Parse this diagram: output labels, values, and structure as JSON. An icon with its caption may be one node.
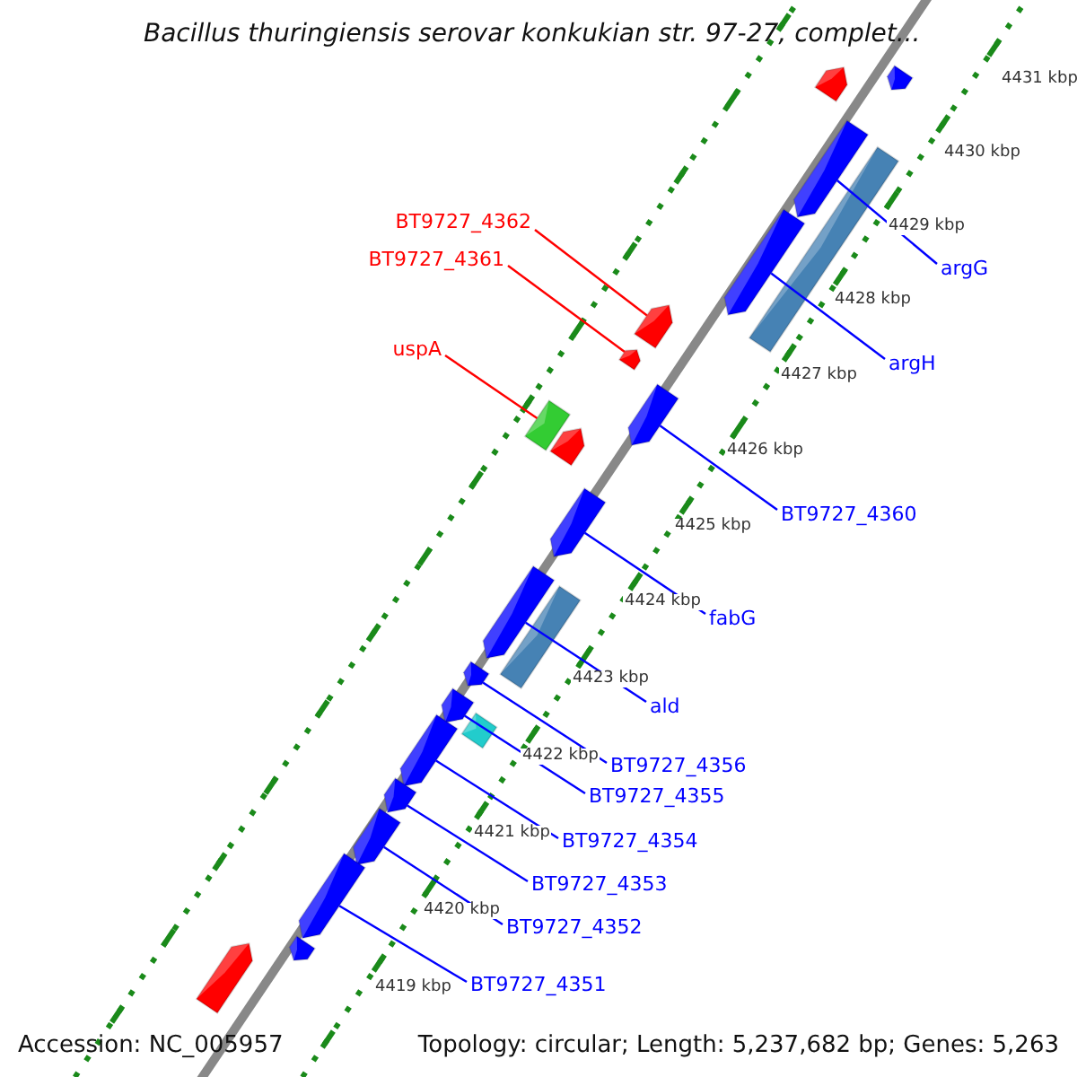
{
  "diagram": {
    "title": "Bacillus thuringiensis serovar konkukian str. 97-27, complet...",
    "nodes": [
      {
        "text": [],
        "shape": "pentagon"
      },
      {
        "text": [],
        "shape": "pentagon"
      },
      {
        "text": [],
        "shape": "pentagon"
      },
      {
        "text": [],
        "shape": "bar"
      },
      {
        "text": [],
        "shape": "pentagon"
      },
      {
        "text": [],
        "shape": "pentagon"
      },
      {
        "text": [],
        "shape": "pentagon"
      },
      {
        "text": [],
        "shape": "pentagon"
      },
      {
        "text": [],
        "shape": "bar"
      },
      {
        "text": [],
        "shape": "pentagon"
      },
      {
        "text": [],
        "shape": "pentagon"
      },
      {
        "text": [],
        "shape": "pentagon"
      },
      {
        "text": [],
        "shape": "bar"
      },
      {
        "text": [],
        "shape": "pentagon"
      },
      {
        "text": [],
        "shape": "pentagon"
      },
      {
        "text": [],
        "shape": "bar"
      },
      {
        "text": [],
        "shape": "pentagon"
      },
      {
        "text": [],
        "shape": "pentagon"
      },
      {
        "text": [],
        "shape": "pentagon"
      },
      {
        "text": [],
        "shape": "pentagon"
      },
      {
        "text": [],
        "shape": "pentagon"
      },
      {
        "text": [],
        "shape": "pentagon"
      },
      {
        "text": [
          "BT9727_4362"
        ]
      },
      {
        "text": [
          "BT9727_4361"
        ]
      },
      {
        "text": [
          "uspA"
        ]
      },
      {
        "text": [
          "argG"
        ]
      },
      {
        "text": [
          "argH"
        ]
      },
      {
        "text": [
          "BT9727_4360"
        ]
      },
      {
        "text": [
          "fabG"
        ]
      },
      {
        "text": [
          "ald"
        ]
      },
      {
        "text": [
          "BT9727_4356"
        ]
      },
      {
        "text": [
          "BT9727_4355"
        ]
      },
      {
        "text": [
          "BT9727_4354"
        ]
      },
      {
        "text": [
          "BT9727_4353"
        ]
      },
      {
        "text": [
          "BT9727_4352"
        ]
      },
      {
        "text": [
          "BT9727_4351"
        ]
      }
    ],
    "edges": [
      {
        "from": 22,
        "to": 5,
        "arrow": "none",
        "color": "#ff0000"
      },
      {
        "from": 23,
        "to": 6,
        "arrow": "none",
        "color": "#ff0000"
      },
      {
        "from": 24,
        "to": 8,
        "arrow": "none",
        "color": "#ff0000"
      },
      {
        "from": 25,
        "to": 2,
        "arrow": "none"
      },
      {
        "from": 26,
        "to": 4,
        "arrow": "none"
      },
      {
        "from": 27,
        "to": 7,
        "arrow": "none"
      },
      {
        "from": 28,
        "to": 10,
        "arrow": "none"
      },
      {
        "from": 29,
        "to": 11,
        "arrow": "none"
      },
      {
        "from": 30,
        "to": 13,
        "arrow": "none"
      },
      {
        "from": 31,
        "to": 14,
        "arrow": "none"
      },
      {
        "from": 32,
        "to": 16,
        "arrow": "none"
      },
      {
        "from": 33,
        "to": 17,
        "arrow": "none"
      },
      {
        "from": 34,
        "to": 18,
        "arrow": "none"
      },
      {
        "from": 35,
        "to": 19,
        "arrow": "none"
      }
    ],
    "labels": [
      "4431 kbp",
      "4430 kbp",
      "4429 kbp",
      "4428 kbp",
      "4427 kbp",
      "4426 kbp",
      "4425 kbp",
      "4424 kbp",
      "4423 kbp",
      "4422 kbp",
      "4421 kbp",
      "4420 kbp",
      "4419 kbp",
      "Accession: NC_005957",
      "Topology: circular; Length: 5,237,682 bp; Genes: 5,263"
    ]
  }
}
